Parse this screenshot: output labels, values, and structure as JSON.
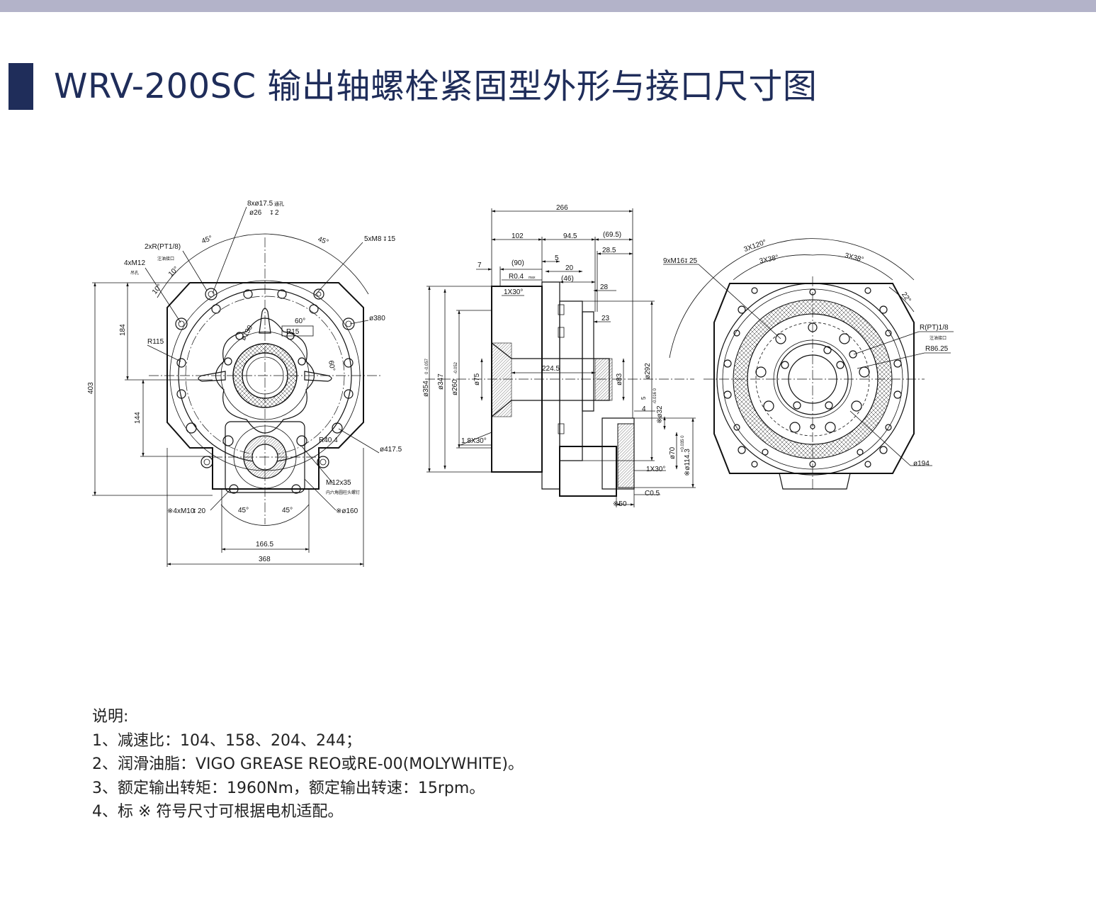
{
  "header": {
    "title": "WRV-200SC 输出轴螺栓紧固型外形与接口尺寸图"
  },
  "colors": {
    "accent": "#1f2d5a",
    "top_bar": "#b3b3c9"
  },
  "front_view": {
    "labels": {
      "holes_8": "8xø17.5",
      "holes_8_unit": "通孔",
      "counterbore": "ø26",
      "counterbore_depth": "2",
      "pt_ports": "2xR(PT1/8)",
      "pt_ports_note": "注油接口",
      "m12_holes": "4xM12",
      "m12_note": "吊孔",
      "angle_45_a": "45°",
      "angle_45_b": "45°",
      "angle_10_a": "10°",
      "angle_10_b": "10°",
      "m8_holes": "5xM8",
      "m8_depth": "15",
      "d380": "ø380",
      "d130": "ø130",
      "r15": "R15",
      "angle_60_a": "60°",
      "angle_60_b": "60°",
      "r115": "R115",
      "d417": "ø417.5",
      "r40": "R40.4",
      "m12x35": "M12x35",
      "m12x35_note": "内六角圆柱头螺钉",
      "m10_holes": "※4xM10",
      "m10_depth": "20",
      "d160": "※ø160",
      "angle_45_c": "45°",
      "angle_45_d": "45°",
      "dim_184": "184",
      "dim_403": "403",
      "dim_144": "144",
      "dim_166": "166.5",
      "dim_368": "368"
    }
  },
  "side_view": {
    "labels": {
      "dim_266": "266",
      "dim_102": "102",
      "dim_94": "94.5",
      "dim_69": "(69.5)",
      "dim_28_5": "28.5",
      "dim_7": "7",
      "dim_90": "(90)",
      "dim_5": "5",
      "dim_20": "20",
      "r04": "R0.4",
      "r04_max": "max",
      "dim_46": "(46)",
      "dim_28": "28",
      "chamfer_1": "1X30°",
      "dim_23": "23",
      "d354": "ø354",
      "d354_tol": "0 -0.057",
      "d347": "ø347",
      "d260": "ø260",
      "d260_tol": "-0.052",
      "d75": "ø75",
      "dim_224": "224.5",
      "d83": "ø83",
      "d292": "ø292",
      "dim_5b": "5",
      "dim_4": "4",
      "d32": "※ø32",
      "d32_tol": "-0.016 0",
      "chamfer_2": "1.8X30°",
      "d70": "ø70",
      "d114": "※ø114.3",
      "d114_tol": "+0.035 0",
      "chamfer_3": "1X30°",
      "c05": "C0.5",
      "dim_50": "※50"
    }
  },
  "rear_view": {
    "labels": {
      "angle_3x120": "3X120°",
      "angle_3x38_a": "3X38°",
      "angle_3x38_b": "3X38°",
      "m16_holes": "9xM16",
      "m16_depth": "25",
      "angle_22": "22°",
      "pt_port": "R(PT)1/8",
      "pt_port_note": "注油接口",
      "r86": "R86.25",
      "d194": "ø194"
    }
  },
  "notes": {
    "heading": "说明:",
    "items": [
      "1、减速比：104、158、204、244；",
      "2、润滑油脂：VIGO GREASE REO或RE-00(MOLYWHITE)。",
      "3、额定输出转矩：1960Nm，额定输出转速：15rpm。",
      "4、标 ※ 符号尺寸可根据电机适配。"
    ]
  }
}
